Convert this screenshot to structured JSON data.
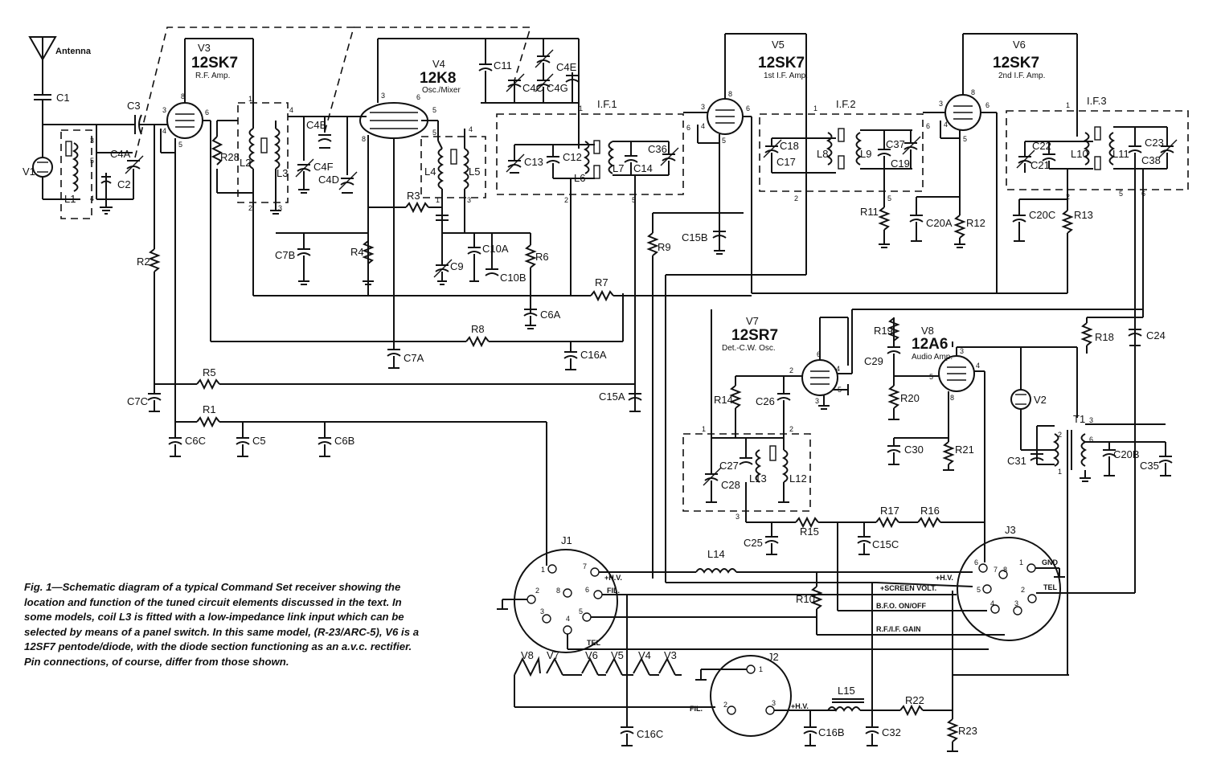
{
  "antenna_label": "Antenna",
  "caption": "Fig. 1—Schematic diagram of a typical Command Set receiver showing the location and function of the tuned circuit elements discussed in the text. In some models, coil L3 is fitted with a low-impedance link input which can be selected by means of a panel switch. In this same model, (R-23/ARC-5), V6 is a 12SF7 pentode/diode, with the diode section functioning as an a.v.c. rectifier. Pin connections, of course, differ from those shown.",
  "tubes": [
    {
      "id": "V3",
      "type": "12SK7",
      "function": "R.F. Amp."
    },
    {
      "id": "V4",
      "type": "12K8",
      "function": "Osc./Mixer"
    },
    {
      "id": "V5",
      "type": "12SK7",
      "function": "1st I.F. Amp."
    },
    {
      "id": "V6",
      "type": "12SK7",
      "function": "2nd I.F. Amp."
    },
    {
      "id": "V7",
      "type": "12SR7",
      "function": "Det.-C.W. Osc."
    },
    {
      "id": "V8",
      "type": "12A6",
      "function": "Audio Amp."
    },
    {
      "id": "V1",
      "type": "",
      "function": ""
    },
    {
      "id": "V2",
      "type": "",
      "function": ""
    }
  ],
  "transformers": [
    "I.F.1",
    "I.F.2",
    "I.F.3",
    "T1"
  ],
  "capacitors": [
    "C1",
    "C2",
    "C3",
    "C4A",
    "C4B",
    "C4C",
    "C4D",
    "C4E",
    "C4F",
    "C4G",
    "C5",
    "C6A",
    "C6B",
    "C6C",
    "C7A",
    "C7B",
    "C7C",
    "C9",
    "C10A",
    "C10B",
    "C11",
    "C12",
    "C13",
    "C14",
    "C15A",
    "C15B",
    "C15C",
    "C16A",
    "C16B",
    "C16C",
    "C17",
    "C18",
    "C19",
    "C20A",
    "C20B",
    "C20C",
    "C21",
    "C22",
    "C23",
    "C24",
    "C25",
    "C26",
    "C27",
    "C28",
    "C29",
    "C30",
    "C31",
    "C32",
    "C35",
    "C36",
    "C37",
    "C38"
  ],
  "resistors": [
    "R1",
    "R2",
    "R3",
    "R4",
    "R5",
    "R6",
    "R7",
    "R8",
    "R9",
    "R10",
    "R11",
    "R12",
    "R13",
    "R14",
    "R15",
    "R16",
    "R17",
    "R18",
    "R19",
    "R20",
    "R21",
    "R22",
    "R23",
    "R28"
  ],
  "inductors": [
    "L1",
    "L2",
    "L3",
    "L4",
    "L5",
    "L6",
    "L7",
    "L8",
    "L9",
    "L10",
    "L11",
    "L12",
    "L13",
    "L14",
    "L15"
  ],
  "connectors": {
    "j1": {
      "name": "J1",
      "pins": [
        "1",
        "2",
        "3",
        "4",
        "5",
        "6",
        "7",
        "8"
      ],
      "labels": [
        "+H.V.",
        "FIL.",
        "TEL"
      ]
    },
    "j2": {
      "name": "J2",
      "pins": [
        "1",
        "2",
        "3"
      ],
      "labels": [
        "FIL.",
        "+H.V."
      ]
    },
    "j3": {
      "name": "J3",
      "pins": [
        "1",
        "2",
        "3",
        "4",
        "5",
        "6",
        "7",
        "8"
      ],
      "labels": [
        "GND",
        "TEL",
        "+H.V."
      ]
    }
  },
  "bus_labels": [
    "+SCREEN VOLT.",
    "B.F.O. ON/OFF",
    "R.F./I.F. GAIN"
  ],
  "filament_string": [
    "V8",
    "V7",
    "V6",
    "V5",
    "V4",
    "V3"
  ]
}
